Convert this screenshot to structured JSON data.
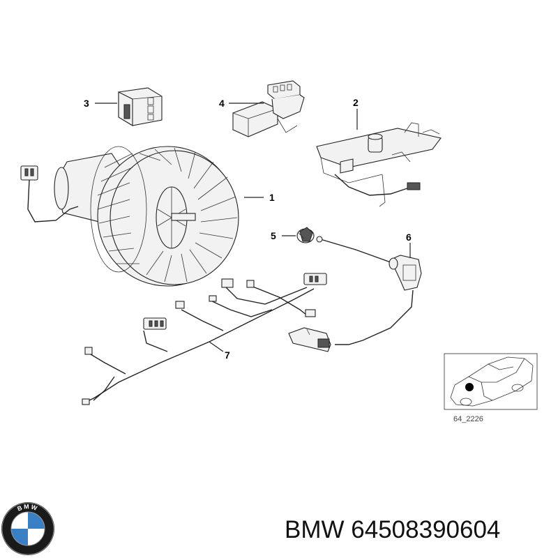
{
  "callouts": {
    "c1": "1",
    "c2": "2",
    "c3": "3",
    "c4": "4",
    "c5": "5",
    "c6": "6",
    "c7": "7"
  },
  "inset": {
    "ref_code": "64_2226"
  },
  "footer": {
    "brand": "BMW",
    "part_number": "64508390604",
    "logo_icon": "bmw-roundel-icon",
    "logo_text": "BMW"
  },
  "colors": {
    "roundel_blue": "#3a7fc4",
    "roundel_ring": "#1a1a1a"
  }
}
